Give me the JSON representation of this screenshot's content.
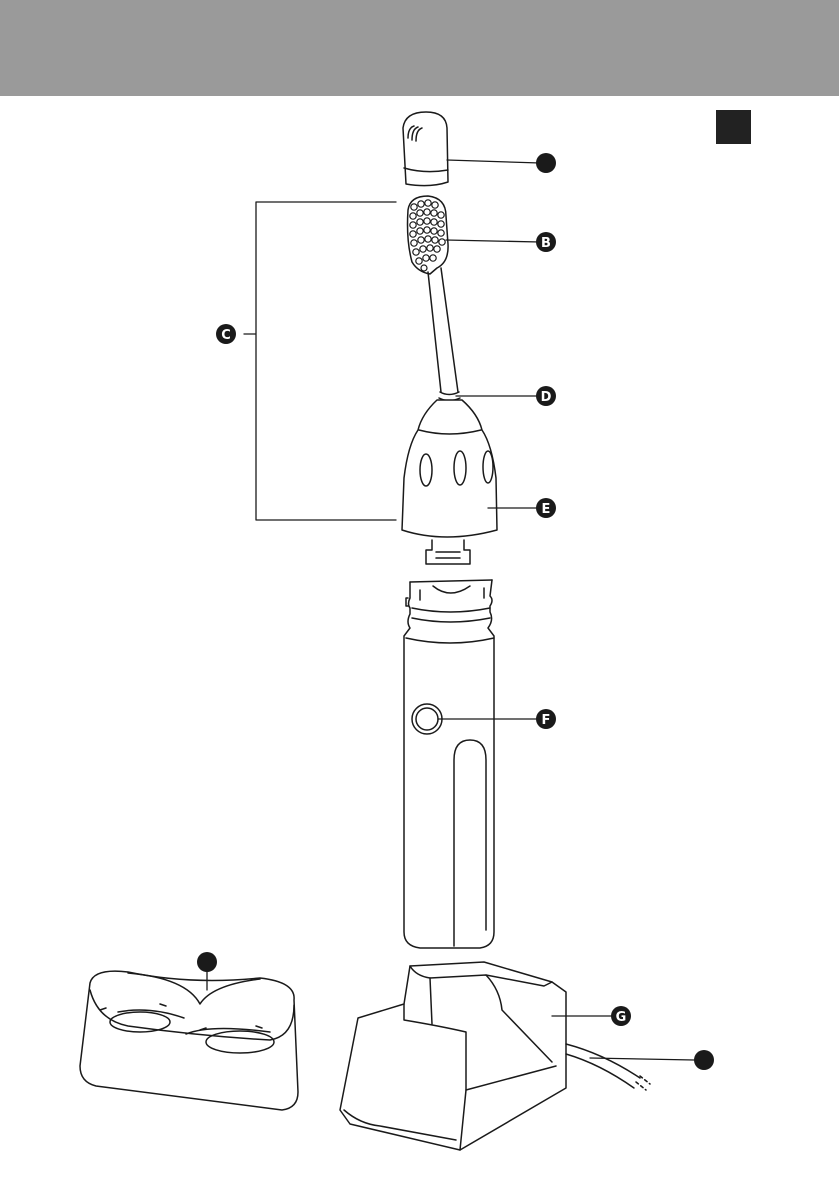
{
  "header": {
    "color": "#9a9a9a"
  },
  "corner_tab": {
    "color": "#222222"
  },
  "callouts": {
    "cap": "",
    "brush_bristles": "B",
    "brush_head": "C",
    "color_ring": "D",
    "brush_head_base": "E",
    "power_button": "F",
    "charger": "G",
    "travel_stand": "",
    "cord": ""
  },
  "colors": {
    "line": "#1a1a1a",
    "callout_fill": "#1a1a1a",
    "callout_text": "#ffffff"
  }
}
